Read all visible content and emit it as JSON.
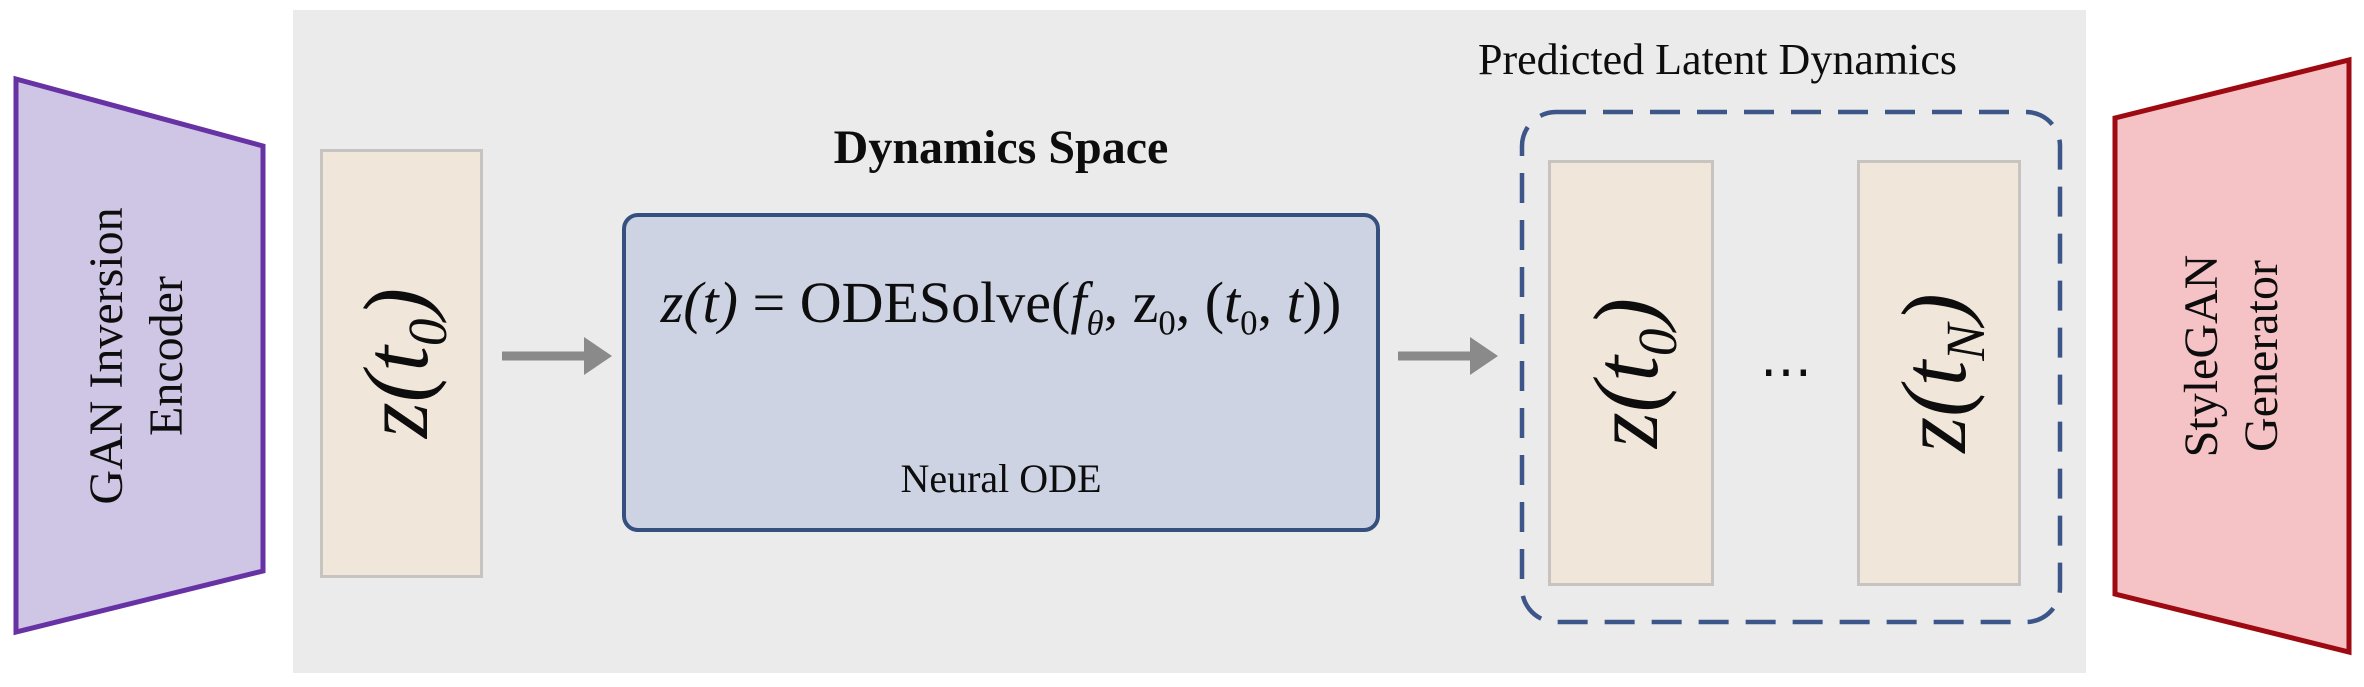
{
  "colors": {
    "background": "#ffffff",
    "panel": "#ebebeb",
    "encoder_fill": "#cfc5e4",
    "encoder_border": "#6733a4",
    "latent_fill": "#f1e6da",
    "latent_border": "#c6c3c0",
    "ode_box_fill": "#cdd3e3",
    "ode_box_border": "#35507e",
    "dashed_border": "#3d5689",
    "generator_fill": "#f5c3c6",
    "generator_border": "#9d0a12",
    "arrow": "#8a8a8a",
    "text": "#0d0d0d"
  },
  "encoder": {
    "line1": "GAN Inversion",
    "line2": "Encoder"
  },
  "input_latent": {
    "base": "z(t",
    "sub": "0",
    "close": ")"
  },
  "dynamics": {
    "title": "Dynamics Space",
    "caption": "Neural ODE",
    "equation": {
      "p1": "z(t)",
      "p2": " = ",
      "p3": "ODESolve(",
      "p4": "f",
      "p5": "θ",
      "p6": ", z",
      "p7": "0",
      "p8": ", (",
      "p9": "t",
      "p10": "0",
      "p11": ", ",
      "p12": "t",
      "p13": "))"
    }
  },
  "predicted": {
    "title": "Predicted Latent Dynamics",
    "first": {
      "base": "z(t",
      "sub": "0",
      "close": ")"
    },
    "ellipsis": "⋯",
    "last": {
      "base": "z(t",
      "sub": "N",
      "close": ")"
    }
  },
  "generator": {
    "line1": "StyleGAN",
    "line2": "Generator"
  }
}
